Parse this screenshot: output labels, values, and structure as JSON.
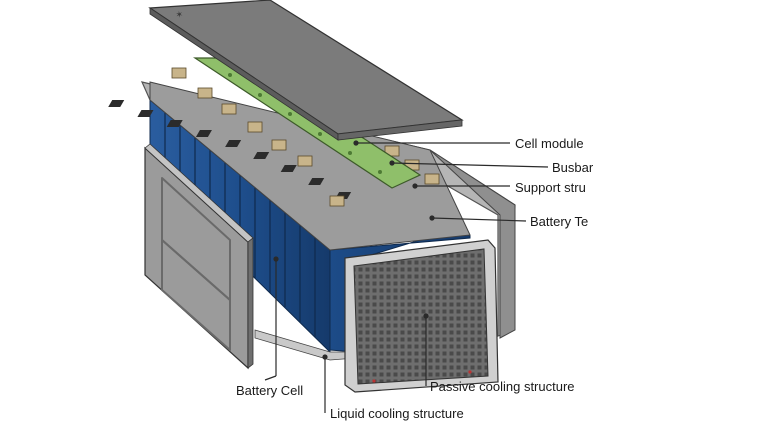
{
  "diagram": {
    "labels": {
      "cell_module": "Cell module",
      "busbar": "Busbar",
      "support_structure": "Support stru",
      "battery_terminal": "Battery Te",
      "battery_cell": "Battery Cell",
      "passive_cooling": "Passive cooling structure",
      "liquid_cooling": "Liquid cooling structure"
    },
    "colors": {
      "cell_blue": "#1e4e8c",
      "pcb_green": "#8fbf6a",
      "plate_gray": "#7b7b7b",
      "frame_gray": "#9b9b9b"
    }
  }
}
